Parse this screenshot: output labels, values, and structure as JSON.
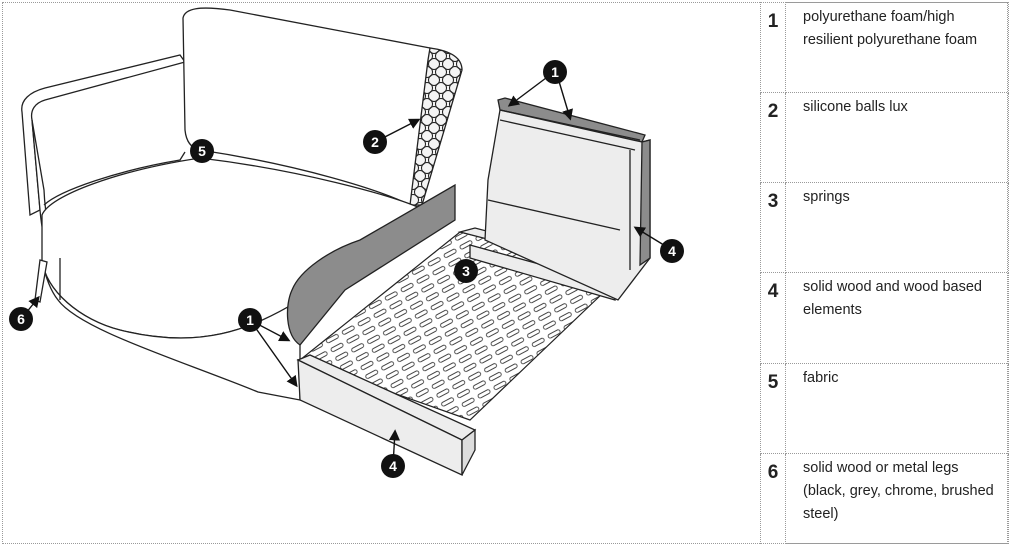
{
  "legend": [
    {
      "number": "1",
      "text": "polyurethane foam/high resilient polyurethane foam"
    },
    {
      "number": "2",
      "text": "silicone balls lux"
    },
    {
      "number": "3",
      "text": "springs"
    },
    {
      "number": "4",
      "text": " solid wood and wood based elements"
    },
    {
      "number": "5",
      "text": "fabric"
    },
    {
      "number": "6",
      "text": " solid wood or metal legs (black, grey, chrome, brushed steel)"
    }
  ],
  "callouts": [
    "1",
    "1",
    "2",
    "3",
    "4",
    "4",
    "5",
    "6"
  ],
  "colors": {
    "ink": "#111111",
    "foam": "#8c8c8c",
    "wood": "#ededed",
    "badge": "#111111"
  }
}
